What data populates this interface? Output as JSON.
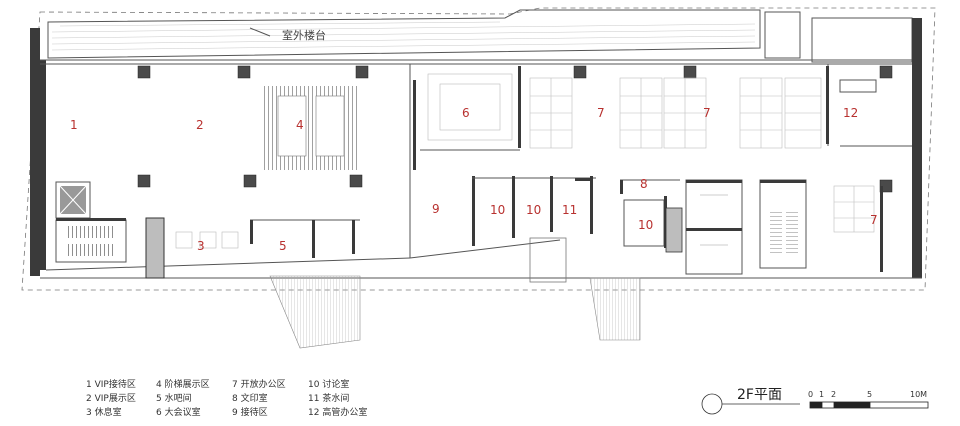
{
  "drawing": {
    "outdoor_terrace_label": "室外楼台",
    "title": "2F平面",
    "rooms": [
      {
        "num": "1"
      },
      {
        "num": "2"
      },
      {
        "num": "3"
      },
      {
        "num": "4"
      },
      {
        "num": "5"
      },
      {
        "num": "6"
      },
      {
        "num": "7"
      },
      {
        "num": "7"
      },
      {
        "num": "7"
      },
      {
        "num": "8"
      },
      {
        "num": "9"
      },
      {
        "num": "10"
      },
      {
        "num": "10"
      },
      {
        "num": "10"
      },
      {
        "num": "11"
      },
      {
        "num": "12"
      }
    ]
  },
  "legend": {
    "col1": [
      "1 VIP接待区",
      "2 VIP展示区",
      "3 休息室"
    ],
    "col2": [
      "4 阶梯展示区",
      "5 水吧间",
      "6 大会议室"
    ],
    "col3": [
      "7 开放办公区",
      "8 文印室",
      "9 接待区"
    ],
    "col4": [
      "10 讨论室",
      "11 茶水间",
      "12 高管办公室"
    ]
  },
  "scale_bar": {
    "ticks": [
      "0",
      "1",
      "2",
      "5",
      "10M"
    ]
  },
  "colors": {
    "room_number": "#b8312f",
    "wall": "#3a3a3a"
  }
}
